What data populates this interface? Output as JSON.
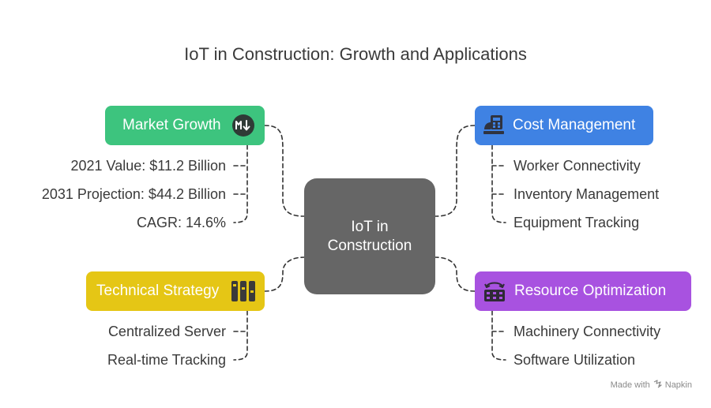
{
  "title": "IoT in Construction: Growth and Applications",
  "center": {
    "line1": "IoT in",
    "line2": "Construction"
  },
  "branches": {
    "market": {
      "label": "Market Growth",
      "icon": "markdown-down-icon",
      "color": "#3dc47e",
      "items": [
        "2021 Value: $11.2 Billion",
        "2031 Projection: $44.2 Billion",
        "CAGR: 14.6%"
      ]
    },
    "tech": {
      "label": "Technical Strategy",
      "icon": "server-columns-icon",
      "color": "#e5c615",
      "items": [
        "Centralized Server",
        "Real-time Tracking"
      ]
    },
    "cost": {
      "label": "Cost Management",
      "icon": "calculator-icon",
      "color": "#3f82e3",
      "items": [
        "Worker Connectivity",
        "Inventory Management",
        "Equipment Tracking"
      ]
    },
    "resource": {
      "label": "Resource Optimization",
      "icon": "refresh-grid-icon",
      "color": "#a852e0",
      "items": [
        "Machinery Connectivity",
        "Software Utilization"
      ]
    }
  },
  "credit": {
    "prefix": "Made with",
    "brand": "Napkin"
  }
}
